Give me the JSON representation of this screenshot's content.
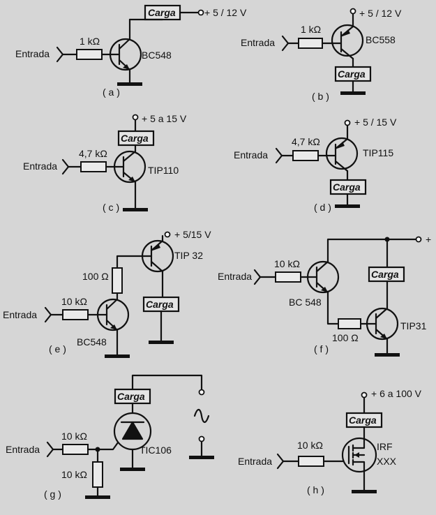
{
  "labels": {
    "input": "Entrada",
    "load": "Carga"
  },
  "a": {
    "supply": "+ 5 / 12 V",
    "resistor": "1 kΩ",
    "part": "BC548",
    "caption": "( a )"
  },
  "b": {
    "supply": "+ 5 / 12 V",
    "resistor": "1 kΩ",
    "part": "BC558",
    "caption": "( b )"
  },
  "c": {
    "supply": "+ 5 a 15 V",
    "resistor": "4,7 kΩ",
    "part": "TIP110",
    "caption": "( c )"
  },
  "d": {
    "supply": "+ 5 / 15 V",
    "resistor": "4,7 kΩ",
    "part": "TIP115",
    "caption": "( d )"
  },
  "e": {
    "supply": "+ 5/15 V",
    "resistor_base": "10 kΩ",
    "resistor_mid": "100 Ω",
    "part_driver": "BC548",
    "part_power": "TIP 32",
    "caption": "( e )"
  },
  "f": {
    "supply": "+",
    "resistor_base": "10 kΩ",
    "resistor_mid": "100 Ω",
    "part_driver": "BC 548",
    "part_power": "TIP31",
    "caption": "( f )"
  },
  "g": {
    "resistor_in": "10 kΩ",
    "resistor_gnd": "10 kΩ",
    "part": "TIC106",
    "ac_symbol": "~",
    "caption": "( g )"
  },
  "h": {
    "supply": "+ 6 a 100 V",
    "resistor": "10 kΩ",
    "part_line1": "IRF",
    "part_line2": "XXX",
    "caption": "( h )"
  }
}
